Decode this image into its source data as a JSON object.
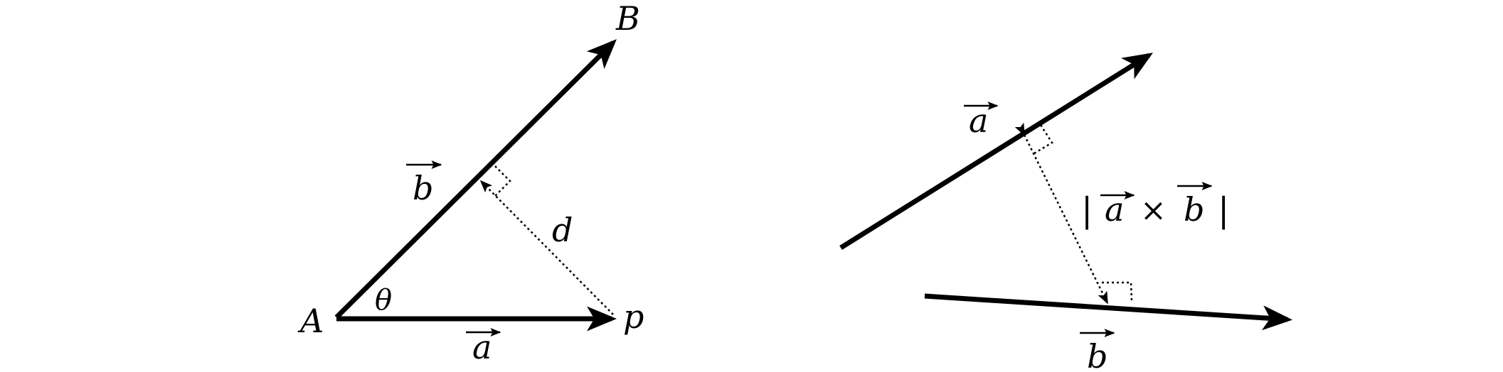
{
  "left_figure": {
    "point_B": "B",
    "point_A": "A",
    "point_p": "p",
    "vector_b": "b",
    "vector_a": "a",
    "distance": "d",
    "angle": "θ"
  },
  "right_figure": {
    "vector_a": "a",
    "vector_b": "b",
    "cross_bar_left": "|",
    "cross_a": "a",
    "cross_times": "×",
    "cross_b": "b",
    "cross_bar_right": "|"
  },
  "colors": {
    "stroke": "#000000",
    "background": "#ffffff"
  }
}
